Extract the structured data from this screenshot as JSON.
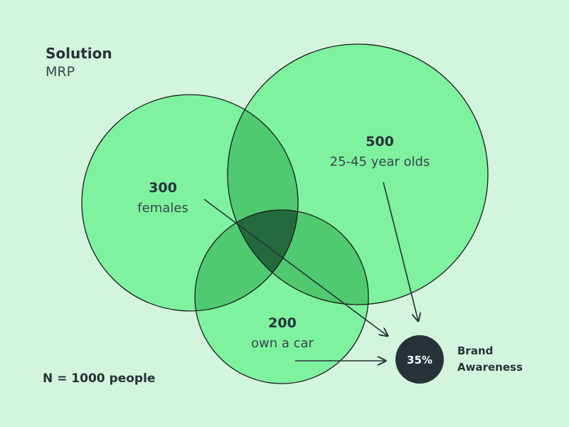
{
  "header": {
    "title": "Solution",
    "subtitle": "MRP"
  },
  "sets": [
    {
      "id": "females",
      "value": "300",
      "label": "females"
    },
    {
      "id": "age",
      "value": "500",
      "label": "25-45 year olds"
    },
    {
      "id": "car",
      "value": "200",
      "label": "own a car"
    }
  ],
  "result": {
    "value": "35%",
    "label_line1": "Brand",
    "label_line2": "Awareness"
  },
  "footnote": "N = 1000 people",
  "colors": {
    "background": "#d4f5dd",
    "circle_fill": "#7ff29f",
    "overlap_two": "#4fca70",
    "overlap_three": "#236b3c",
    "badge": "#263238"
  }
}
